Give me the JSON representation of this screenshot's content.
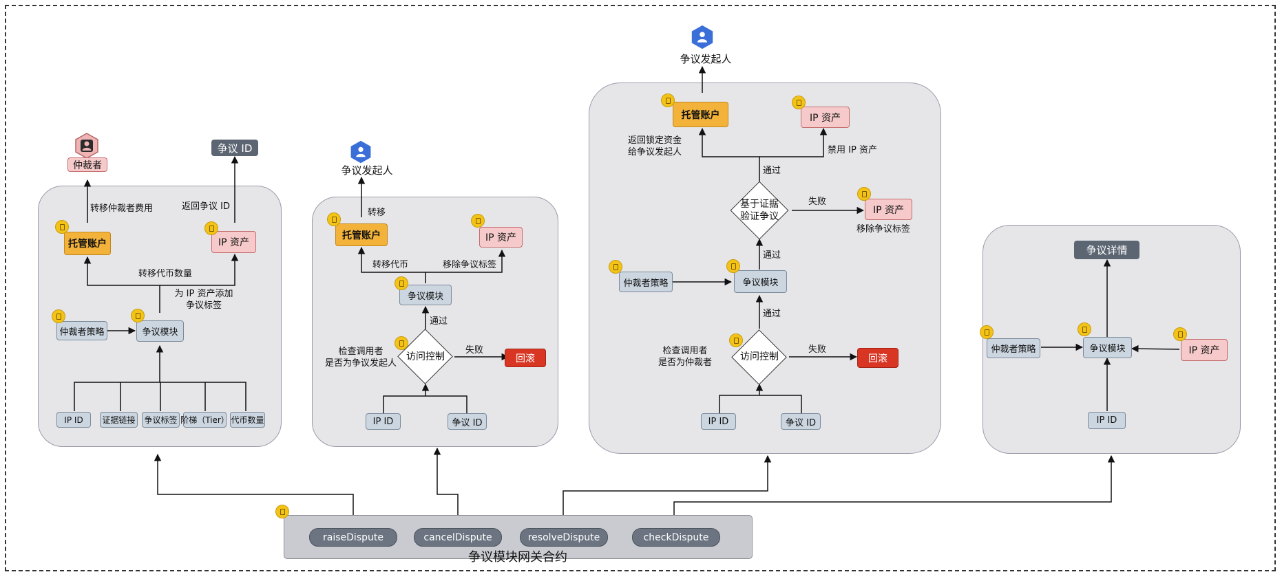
{
  "gateway": {
    "title": "争议模块网关合约",
    "functions": [
      "raiseDispute",
      "cancelDispute",
      "resolveDispute",
      "checkDispute"
    ]
  },
  "raise": {
    "arbitrator": "仲裁者",
    "dispute_id": "争议 ID",
    "escrow": "托管账户",
    "ip_asset": "IP 资产",
    "transfer_fee": "转移仲裁者费用",
    "return_id": "返回争议 ID",
    "transfer_tokens": "转移代币数量",
    "add_tag": "为 IP 资产添加\n争议标签",
    "policy": "仲裁者策略",
    "module": "争议模块",
    "inputs": [
      "IP ID",
      "证据链接",
      "争议标签",
      "阶梯（Tier）",
      "代币数量"
    ]
  },
  "cancel": {
    "initiator": "争议发起人",
    "transfer": "转移",
    "escrow": "托管账户",
    "ip_asset": "IP 资产",
    "transfer_tokens": "转移代币",
    "remove_tag": "移除争议标签",
    "module": "争议模块",
    "pass": "通过",
    "check": "检查调用者\n是否为争议发起人",
    "access": "访问控制",
    "fail": "失败",
    "rollback": "回滚",
    "inputs": [
      "IP ID",
      "争议 ID"
    ]
  },
  "resolve": {
    "initiator": "争议发起人",
    "escrow": "托管账户",
    "ip_asset": "IP 资产",
    "return_funds": "返回锁定资金\n给争议发起人",
    "disable_ip": "禁用 IP 资产",
    "pass_top": "通过",
    "verify": "基于证据\n验证争议",
    "fail_top": "失败",
    "ip_asset2": "IP 资产",
    "remove_tag": "移除争议标签",
    "pass_mid": "通过",
    "policy": "仲裁者策略",
    "module": "争议模块",
    "pass_low": "通过",
    "check": "检查调用者\n是否为仲裁者",
    "access": "访问控制",
    "fail": "失败",
    "rollback": "回滚",
    "inputs": [
      "IP ID",
      "争议 ID"
    ]
  },
  "check": {
    "details": "争议详情",
    "policy": "仲裁者策略",
    "module": "争议模块",
    "ip_asset": "IP 资产",
    "input": "IP ID"
  },
  "colors": {
    "orange": "#f3b23a",
    "pink": "#f6caca",
    "grey": "#ccd6e0",
    "dark": "#5c6673",
    "red": "#d83523",
    "badge": "#f3c318",
    "user_blue": "#3a6fd8",
    "user_pink": "#f0b4b4"
  },
  "icons": [
    "user-icon",
    "contract-icon"
  ]
}
